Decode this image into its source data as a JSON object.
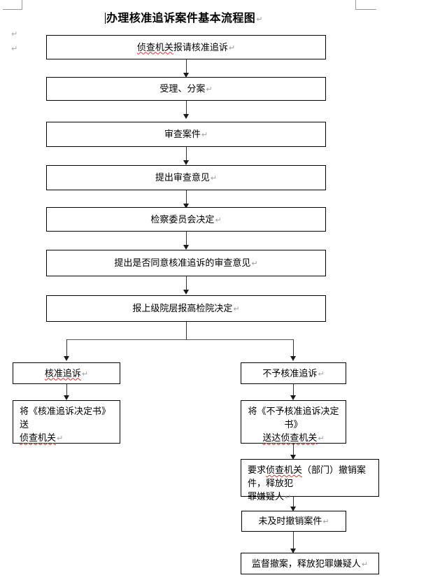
{
  "document": {
    "title": "办理核准追诉案件基本流程图",
    "paragraph_mark": "↵",
    "margin_pilcrow": "↵"
  },
  "flow": {
    "type": "flowchart",
    "nodes": [
      {
        "id": "n1",
        "label": "侦查机关报请核准追诉",
        "mark": "↵",
        "align": "center",
        "spellcheck_span": "侦查机关"
      },
      {
        "id": "n2",
        "label": "受理、分案",
        "mark": "↵",
        "align": "center"
      },
      {
        "id": "n3",
        "label": "审查案件",
        "mark": "↵",
        "align": "center"
      },
      {
        "id": "n4",
        "label": "提出审查意见",
        "mark": "↵",
        "align": "center"
      },
      {
        "id": "n5",
        "label": "检察委员会决定",
        "mark": "↵",
        "align": "center"
      },
      {
        "id": "n6",
        "label": "提出是否同意核准追诉的审查意见",
        "mark": "↵",
        "align": "center"
      },
      {
        "id": "n7",
        "label": "报上级院层报高检院决定",
        "mark": "↵",
        "align": "center"
      },
      {
        "id": "n8",
        "label": "核准追诉",
        "mark": "↵",
        "align": "center"
      },
      {
        "id": "n9",
        "label": "不予核准追诉",
        "mark": "↵",
        "align": "center"
      },
      {
        "id": "n10",
        "line1": "将《核准追诉决定书》送",
        "line2": "侦查机关",
        "mark": "↵",
        "align": "left"
      },
      {
        "id": "n11",
        "line1": "将《不予核准追诉决定书》",
        "line2": "送达侦查机关",
        "mark": "↵",
        "align": "center"
      },
      {
        "id": "n12",
        "line1": "要求侦查机关（部门）撤销案件，释放犯",
        "line2": "罪嫌疑人",
        "mark": "↵",
        "align": "left"
      },
      {
        "id": "n13",
        "label": "未及时撤销案件",
        "mark": "↵",
        "align": "center"
      },
      {
        "id": "n14",
        "label": "监督撤案，释放犯罪嫌疑人",
        "mark": "↵",
        "align": "center"
      }
    ],
    "edges": [
      {
        "from": "n1",
        "to": "n2",
        "kind": "arrow-down"
      },
      {
        "from": "n2",
        "to": "n3",
        "kind": "arrow-down"
      },
      {
        "from": "n3",
        "to": "n4",
        "kind": "arrow-down"
      },
      {
        "from": "n4",
        "to": "n5",
        "kind": "arrow-down"
      },
      {
        "from": "n5",
        "to": "n6",
        "kind": "arrow-down"
      },
      {
        "from": "n6",
        "to": "n7",
        "kind": "arrow-down"
      },
      {
        "from": "n7",
        "to": "n8",
        "kind": "split-left"
      },
      {
        "from": "n7",
        "to": "n9",
        "kind": "split-right"
      },
      {
        "from": "n8",
        "to": "n10",
        "kind": "arrow-down"
      },
      {
        "from": "n9",
        "to": "n11",
        "kind": "arrow-down"
      },
      {
        "from": "n11",
        "to": "n12",
        "kind": "arrow-down"
      },
      {
        "from": "n12",
        "to": "n13",
        "kind": "arrow-down"
      },
      {
        "from": "n13",
        "to": "n14",
        "kind": "arrow-down"
      }
    ]
  },
  "colors": {
    "line": "#333333",
    "split_line": "#555555",
    "text": "#000000",
    "spellcheck": "#e03030",
    "mark": "#a0a0a0",
    "crop_mark": "#9a9a9a"
  }
}
